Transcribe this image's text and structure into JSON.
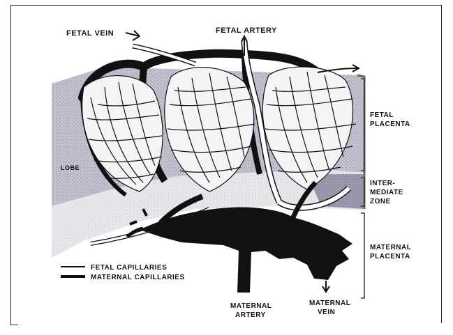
{
  "labels": {
    "fetal_vein": "FETAL VEIN",
    "fetal_artery": "FETAL ARTERY",
    "fetal_placenta_1": "FETAL",
    "fetal_placenta_2": "PLACENTA",
    "intermediate_zone_1": "INTER-",
    "intermediate_zone_2": "MEDIATE",
    "intermediate_zone_3": "ZONE",
    "maternal_placenta_1": "MATERNAL",
    "maternal_placenta_2": "PLACENTA",
    "lobe": "LOBE",
    "maternal_artery_1": "MATERNAL",
    "maternal_artery_2": "ARTERY",
    "maternal_vein_1": "MATERNAL",
    "maternal_vein_2": "VEIN"
  },
  "legend": {
    "fetal_capillaries": "FETAL CAPILLARIES",
    "maternal_capillaries": "MATERNAL CAPILLARIES"
  },
  "colors": {
    "ink": "#111111",
    "fetal_region": "#bdbcc9",
    "intermediate_region": "#e6e6e6",
    "lobe_fill": "#d8d7e0",
    "background": "#ffffff"
  }
}
